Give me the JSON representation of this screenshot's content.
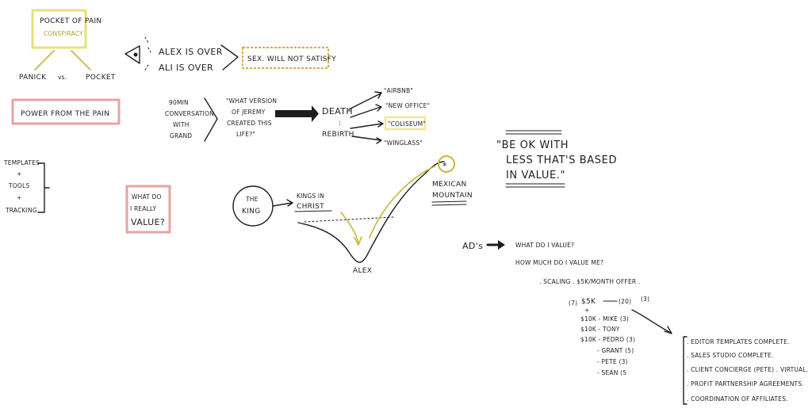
{
  "pocket": {
    "title": "POCKET OF PAIN",
    "subtitle": "CONSPIRACY",
    "left": "PANICK",
    "vs": "vs.",
    "right": "POCKET",
    "power": "POWER FROM THE PAIN"
  },
  "eye_block": {
    "line1": "ALEX IS OVER",
    "line2": "ALI IS OVER",
    "box": "SEX. WILL NOT SATISFY"
  },
  "convo": {
    "left_lines": [
      "90MIN",
      "CONVERSATION",
      "WITH",
      "GRAND"
    ],
    "quote_lines": [
      "\"WHAT VERSION",
      "OF JEREMY",
      "CREATED THIS",
      "LIFE?\""
    ],
    "death": "DEATH",
    "rebirth": "REBIRTH",
    "items": [
      "\"AIRBNB\"",
      "\"NEW OFFICE\"",
      "\"COLISEUM\"",
      "\"WINGLASS\""
    ]
  },
  "templates": {
    "lines": [
      "TEMPLATES",
      "+",
      "TOOLS",
      "+",
      "TRACKING"
    ]
  },
  "value_box": {
    "lines": [
      "WHAT DO",
      "I REALLY",
      "VALUE?"
    ]
  },
  "journey": {
    "king": [
      "THE",
      "KING"
    ],
    "kings": [
      "KINGS IN",
      "CHRIST"
    ],
    "valley": "ALEX",
    "mountain": [
      "MEXICAN",
      "MOUNTAIN"
    ],
    "star": "*"
  },
  "quote_right": {
    "lines": [
      "\"BE OK WITH",
      "LESS THAT'S BASED",
      "IN VALUE.\""
    ]
  },
  "ads": {
    "label": "AD's",
    "q1": "WHAT DO I VALUE?",
    "q2": "HOW MUCH DO I VALUE ME?",
    "scaling": ". SCALING . $5K/MONTH OFFER .",
    "num_left": "(7)",
    "line1": "$5K",
    "val1": "(20)",
    "num_right": "(3)",
    "plus": "+",
    "rows": [
      "$10K - MIKE (3)",
      "$10K - TONY",
      "$10K - PEDRO (3)"
    ],
    "subrows": [
      "- GRANT (5)",
      "- PETE (3)",
      "- SEAN (5"
    ]
  },
  "checklist": {
    "items": [
      ". EDITOR TEMPLATES COMPLETE.",
      ". SALES STUDIO COMPLETE.",
      ". CLIENT CONCIERGE (PETE) . VIRTUAL.",
      ". PROFIT PARTNERSHIP AGREEMENTS.",
      ". COORDINATION OF AFFILIATES."
    ]
  },
  "colors": {
    "ink": "#1e1e1e",
    "gold": "#b3a126",
    "yellow_box": "#e9e07a",
    "orange_box": "#e6a43a",
    "pink_box": "#e8a3a0",
    "highlight": "#efe79a"
  }
}
